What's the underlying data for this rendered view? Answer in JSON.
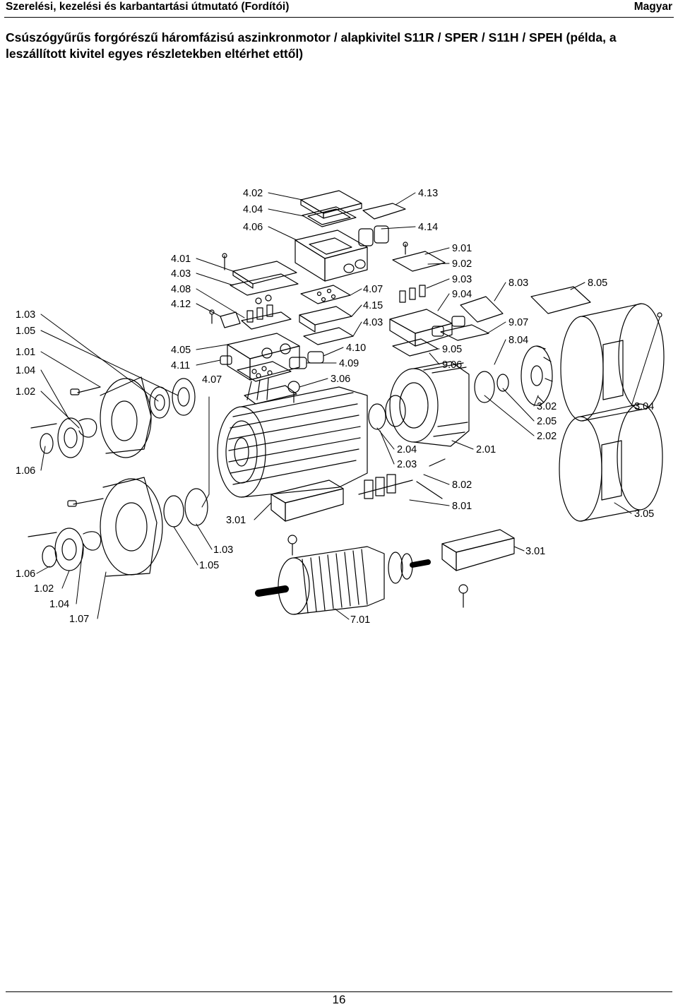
{
  "header": {
    "left": "Szerelési, kezelési és karbantartási útmutató (Fordítói)",
    "right": "Magyar"
  },
  "title": "Csúszógyűrűs forgórészű háromfázisú aszinkronmotor / alapkivitel S11R / SPER / S11H / SPEH (példa, a leszállított kivitel egyes részletekben eltérhet ettől)",
  "labels": [
    "4.02",
    "4.04",
    "4.06",
    "4.13",
    "4.14",
    "4.01",
    "4.03",
    "4.08",
    "4.12",
    "4.05",
    "4.11",
    "4.07",
    "4.07",
    "4.15",
    "4.03",
    "4.10",
    "4.09",
    "3.06",
    "9.01",
    "9.02",
    "9.03",
    "9.04",
    "9.07",
    "8.04",
    "9.05",
    "9.06",
    "8.03",
    "8.05",
    "1.03",
    "1.05",
    "1.01",
    "1.04",
    "1.02",
    "1.06",
    "3.02",
    "2.05",
    "2.02",
    "3.04",
    "2.04",
    "2.03",
    "2.01",
    "8.02",
    "8.01",
    "3.05",
    "3.01",
    "3.01",
    "1.03",
    "1.05",
    "1.06",
    "1.02",
    "1.04",
    "1.07",
    "7.01"
  ],
  "page_number": "16"
}
